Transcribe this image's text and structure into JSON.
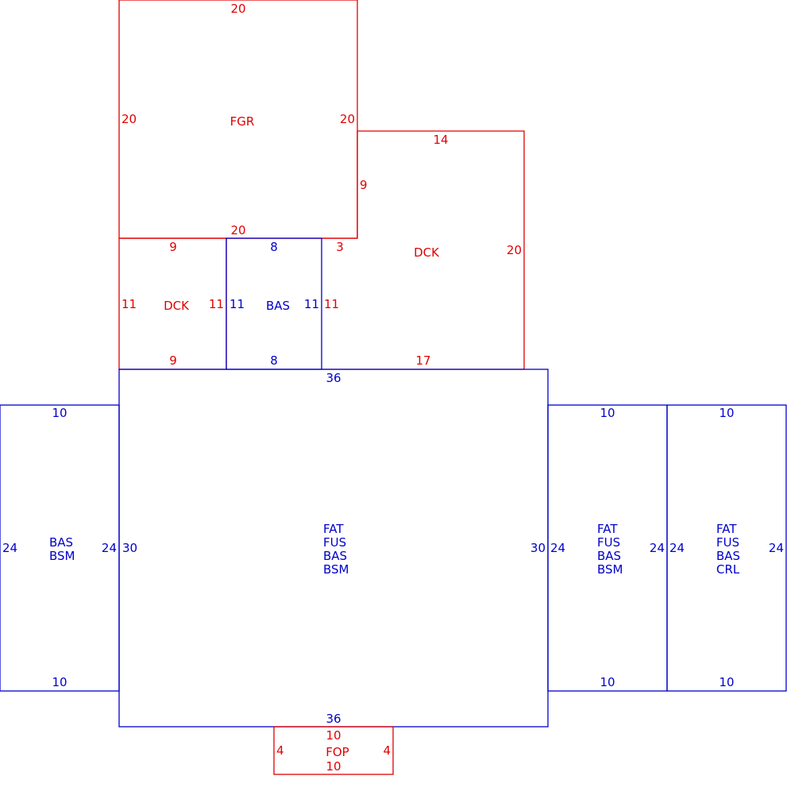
{
  "colors": {
    "red": "#e00000",
    "blue": "#0000cc"
  },
  "fgr": {
    "label": "FGR",
    "top": "20",
    "left": "20",
    "right": "20",
    "bottom": "20"
  },
  "dck_right": {
    "label": "DCK",
    "top": "14",
    "right": "20",
    "left_upper": "9",
    "left_lower": "3",
    "bottom": "17"
  },
  "dck_left": {
    "label": "DCK",
    "top": "9",
    "left": "11",
    "right": "11",
    "bottom": "9"
  },
  "bas_small": {
    "label": "BAS",
    "top": "8",
    "left": "11",
    "right": "11",
    "bottom": "8",
    "right_outside": "11"
  },
  "main": {
    "labels": [
      "FAT",
      "FUS",
      "BAS",
      "BSM"
    ],
    "top": "36",
    "left": "30",
    "right": "30",
    "bottom": "36"
  },
  "left_wing": {
    "labels": [
      "BAS",
      "BSM"
    ],
    "top": "10",
    "left": "24",
    "right": "24",
    "bottom": "10"
  },
  "right_wing1": {
    "labels": [
      "FAT",
      "FUS",
      "BAS",
      "BSM"
    ],
    "top": "10",
    "left": "24",
    "right": "24",
    "bottom": "10"
  },
  "right_wing2": {
    "labels": [
      "FAT",
      "FUS",
      "BAS",
      "CRL"
    ],
    "top": "10",
    "left": "24",
    "right": "24",
    "bottom": "10"
  },
  "fop": {
    "label": "FOP",
    "top": "10",
    "left": "4",
    "right": "4",
    "bottom": "10"
  }
}
